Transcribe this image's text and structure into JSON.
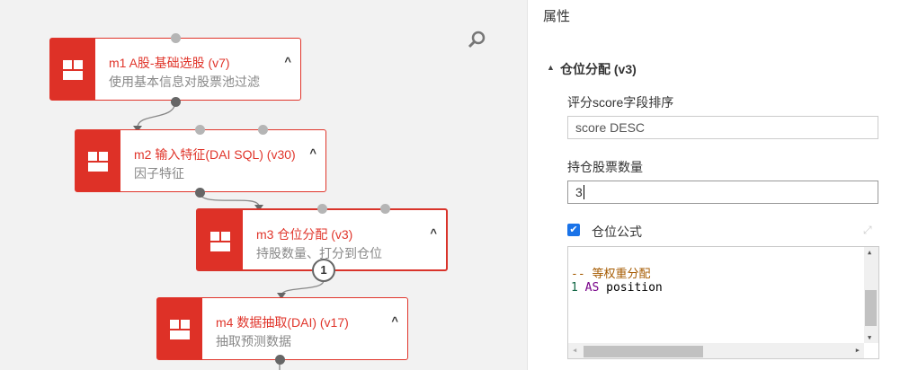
{
  "canvas": {
    "nodes": [
      {
        "title": "m1 A股-基础选股 (v7)",
        "desc": "使用基本信息对股票池过滤"
      },
      {
        "title": "m2 输入特征(DAI SQL) (v30)",
        "desc": "因子特征"
      },
      {
        "title": "m3 仓位分配 (v3)",
        "desc": "持股数量、打分到仓位"
      },
      {
        "title": "m4 数据抽取(DAI) (v17)",
        "desc": "抽取预测数据"
      }
    ],
    "output_badge": "1"
  },
  "panel": {
    "title": "属性",
    "section": "仓位分配 (v3)",
    "score_label": "评分score字段排序",
    "score_value": "score DESC",
    "count_label": "持仓股票数量",
    "count_value": "3",
    "formula_label": "仓位公式",
    "formula_checked": true,
    "code": {
      "comment": "-- 等权重分配",
      "num": "1",
      "kw": "AS",
      "ident": "position"
    }
  }
}
